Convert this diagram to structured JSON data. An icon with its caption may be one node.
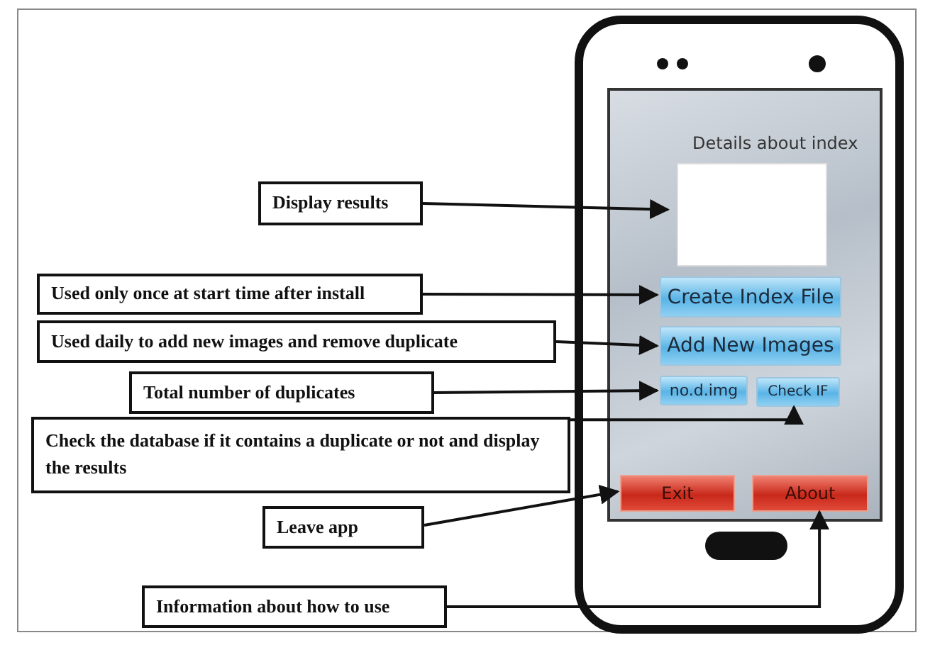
{
  "diagram": {
    "nodes": [
      {
        "text": [
          "Display results"
        ]
      },
      {
        "text": [],
        "shape": "box"
      },
      {
        "text": [
          "Used only once at start time after install"
        ]
      },
      {
        "text": [
          "Create Index File"
        ]
      },
      {
        "text": [
          "Used daily to add new images and remove duplicate"
        ]
      },
      {
        "text": [
          "Add New Images"
        ]
      },
      {
        "text": [
          "Total number of duplicates"
        ]
      },
      {
        "text": [
          "no.d.img"
        ]
      },
      {
        "text": [
          "Check IF"
        ]
      },
      {
        "text": [
          "Check the database if it contains a duplicate or not and display the results"
        ]
      },
      {
        "text": [
          "Exit"
        ]
      },
      {
        "text": [
          "About"
        ]
      },
      {
        "text": [
          "Leave app"
        ]
      },
      {
        "text": [
          "Information about how to use"
        ]
      }
    ],
    "edges": [
      {
        "from": 0,
        "to": 1,
        "arrow": "to"
      },
      {
        "from": 2,
        "to": 3,
        "arrow": "to"
      },
      {
        "from": 4,
        "to": 5,
        "arrow": "to"
      },
      {
        "from": 6,
        "to": 7,
        "arrow": "to"
      },
      {
        "from": 9,
        "to": 8,
        "arrow": "to"
      },
      {
        "from": 12,
        "to": 10,
        "arrow": "to"
      },
      {
        "from": 13,
        "to": 11,
        "arrow": "to"
      }
    ],
    "labels": [
      "Details about index"
    ]
  }
}
